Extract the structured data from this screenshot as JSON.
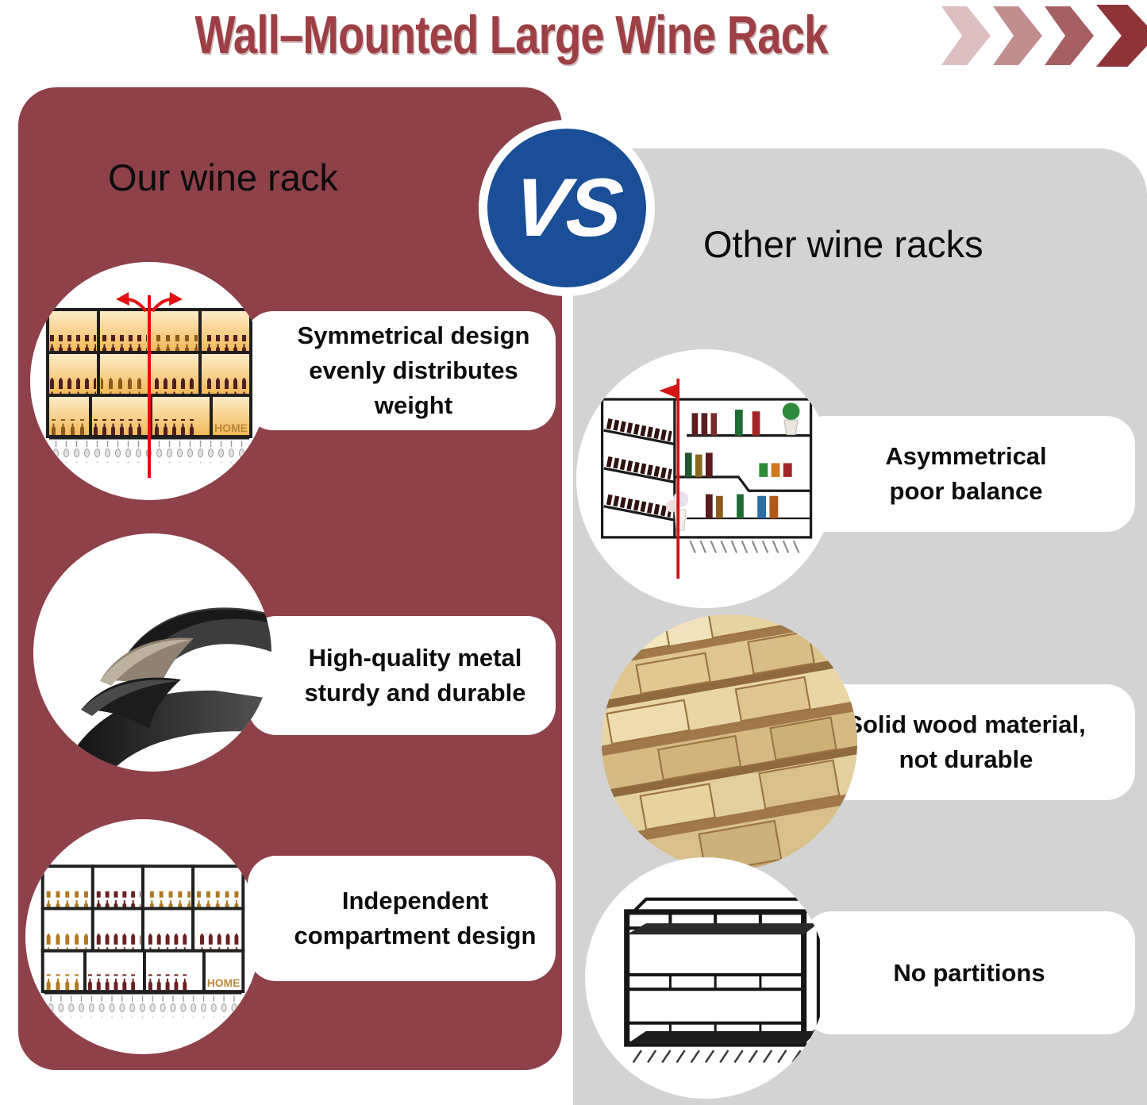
{
  "title": "Wall–Mounted Large Wine Rack",
  "vs_label": "VS",
  "colors": {
    "title_red": "#9d3f45",
    "left_panel_bg": "#8e4149",
    "right_panel_bg": "#d3d3d3",
    "vs_blue": "#1a4e97",
    "label_box_bg": "#ffffff",
    "symmetry_line_red": "#e01010",
    "chevrons": [
      "#ddbfc0",
      "#c18e90",
      "#a65f63",
      "#8e3338"
    ]
  },
  "left_panel": {
    "heading": "Our wine rack",
    "features": [
      {
        "line1": "Symmetrical design",
        "line2": "evenly distributes weight",
        "image": "symmetrical-lit-wine-rack",
        "image_text": "HOME"
      },
      {
        "line1": "High-quality metal",
        "line2": "sturdy and durable",
        "image": "curled-metal-sheets"
      },
      {
        "line1": "Independent",
        "line2": "compartment design",
        "image": "compartment-wine-rack",
        "image_text": "HOME"
      }
    ]
  },
  "right_panel": {
    "heading": "Other wine racks",
    "features": [
      {
        "line1": "Asymmetrical",
        "line2": "poor balance",
        "image": "asymmetrical-wine-rack"
      },
      {
        "line1": "Solid wood material,",
        "line2": "not durable",
        "image": "stacked-wood-planks"
      },
      {
        "line1": "No partitions",
        "line2": "",
        "image": "empty-metal-rack"
      }
    ]
  }
}
